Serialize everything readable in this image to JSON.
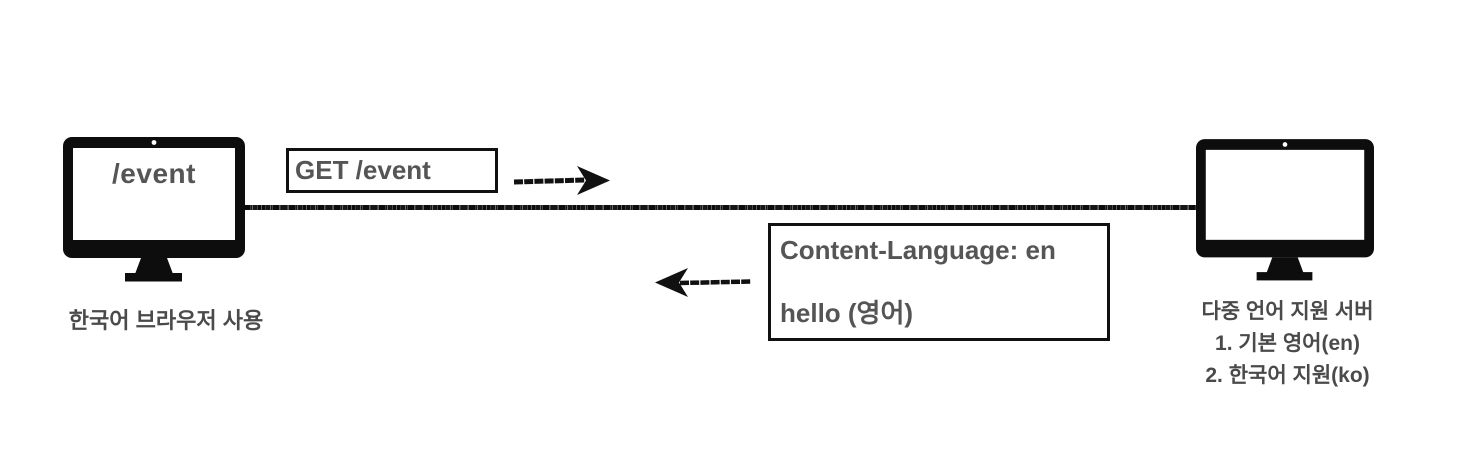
{
  "client": {
    "screen_label": "/event",
    "caption": "한국어 브라우저 사용"
  },
  "request_box": {
    "label": "GET /event"
  },
  "response_box": {
    "lines": [
      "Content-Language: en",
      "hello (영어)"
    ]
  },
  "server": {
    "caption_lines": [
      "다중 언어 지원 서버",
      "1. 기본 영어(en)",
      "2. 한국어 지원(ko)"
    ]
  },
  "icons": {
    "client_icon": "desktop-computer-icon",
    "server_icon": "desktop-computer-icon",
    "request_arrow": "arrow-right-icon",
    "response_arrow": "arrow-left-icon",
    "connection": "sketchy-horizontal-line"
  },
  "colors": {
    "ink": "#111111",
    "box_text": "#555555",
    "caption_text": "#4a4a4a",
    "background": "#ffffff"
  }
}
